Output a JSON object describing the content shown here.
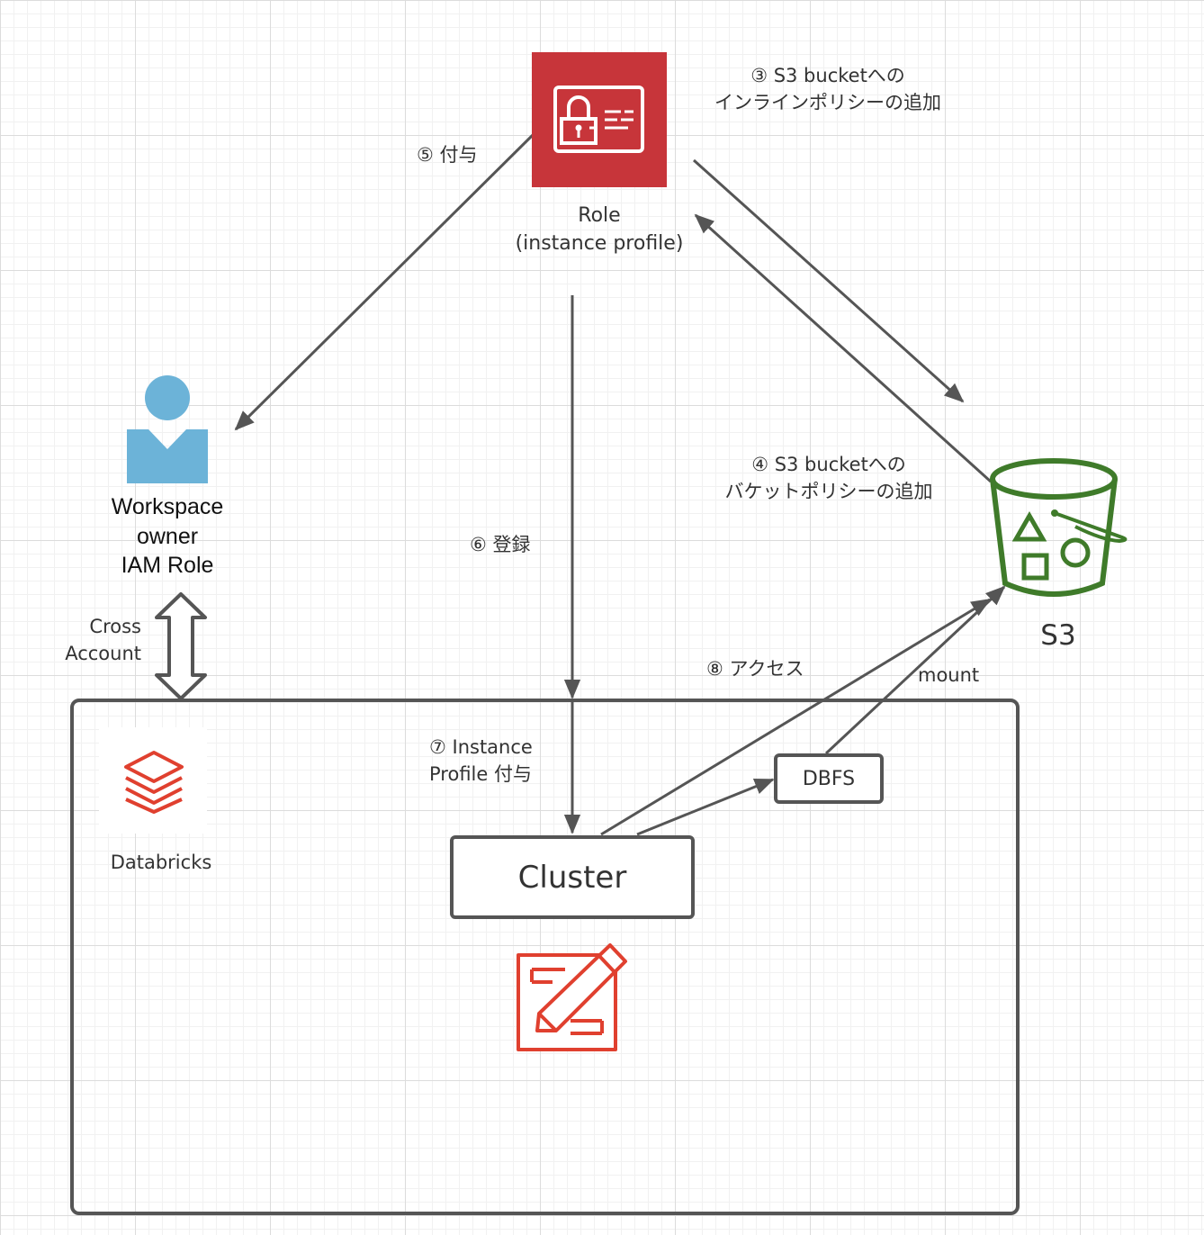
{
  "nodes": {
    "role": {
      "label": "Role\n(instance profile)",
      "icon": "iam-role-icon",
      "color": "#c7353a"
    },
    "workspace_role": {
      "label": "Workspace\nowner\nIAM Role",
      "icon": "user-icon",
      "color": "#6cb3d8"
    },
    "s3": {
      "label": "S3",
      "icon": "s3-bucket-icon",
      "color": "#3f7b2a"
    },
    "databricks": {
      "label": "Databricks",
      "icon": "databricks-logo",
      "color": "#e0402f"
    },
    "cluster": {
      "label": "Cluster",
      "icon": "notebook-edit-icon",
      "color": "#e0402f"
    },
    "dbfs": {
      "label": "DBFS"
    }
  },
  "edges": {
    "step3": "③  S3 bucketへの\nインラインポリシーの追加",
    "step4": "④ S3 bucketへの\nバケットポリシーの追加",
    "step5": "⑤ 付与",
    "step6": "⑥ 登録",
    "step7": "⑦ Instance\nProfile 付与",
    "step8": "⑧ アクセス",
    "mount": "mount",
    "cross_account": "Cross\nAccount"
  }
}
